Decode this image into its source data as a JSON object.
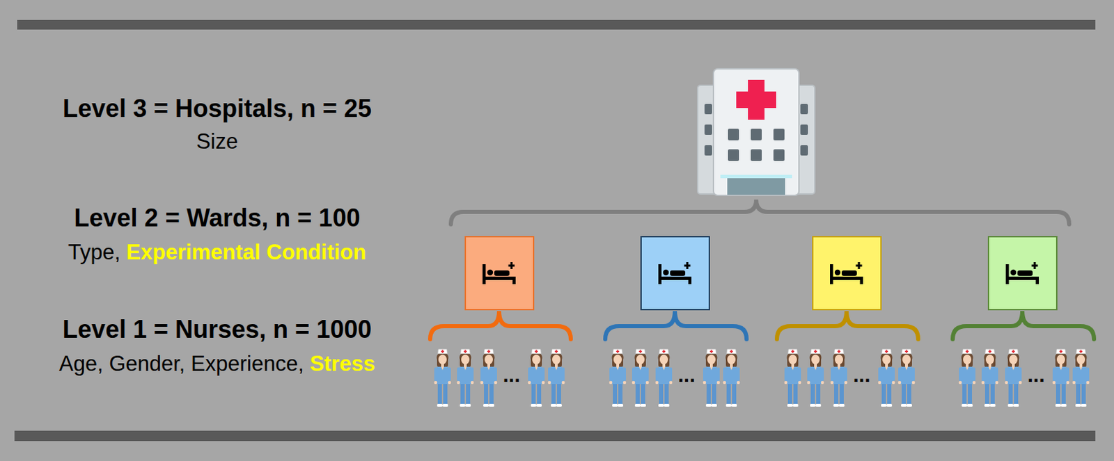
{
  "diagram": {
    "labels": [
      "Level 3 = Hospitals, n = 25",
      "Size",
      "Level 2 = Wards, n = 100",
      "Type,",
      "Experimental Condition",
      "Level 1 = Nurses, n = 1000",
      "Age, Gender, Experience,",
      "Stress",
      "...",
      "...",
      "...",
      "..."
    ]
  }
}
